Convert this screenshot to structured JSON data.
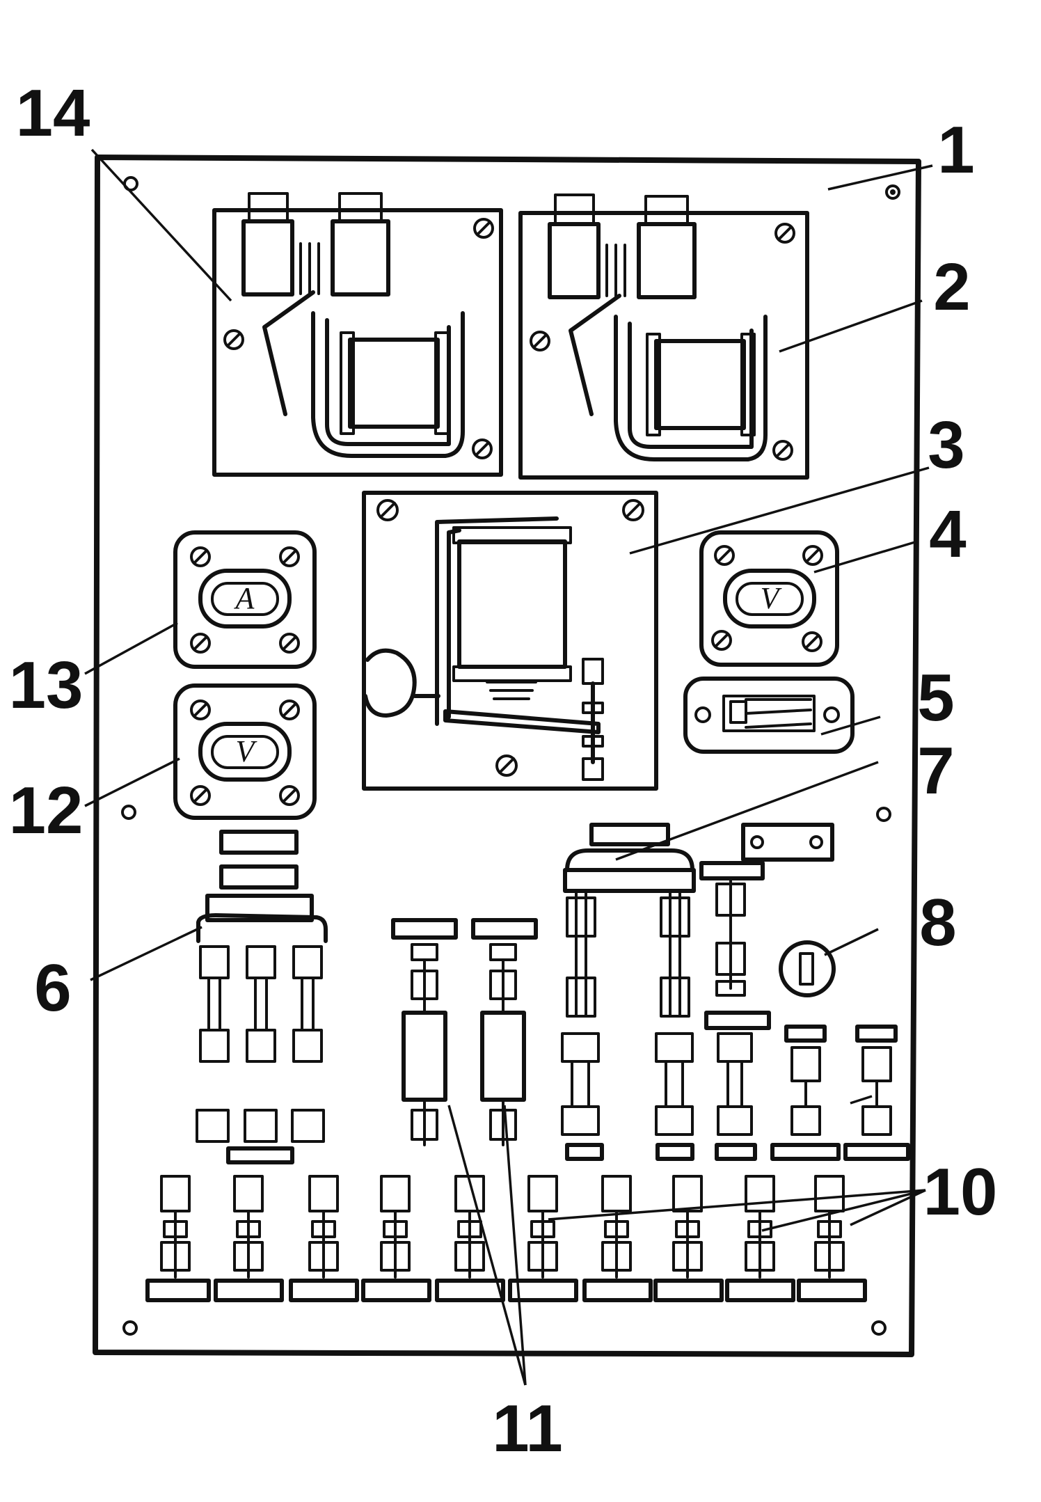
{
  "callouts": [
    "1",
    "2",
    "3",
    "4",
    "5",
    "6",
    "7",
    "8",
    "10",
    "11",
    "12",
    "13",
    "14"
  ],
  "meters": {
    "ammeter": "A",
    "voltmeter_left": "V",
    "voltmeter_right": "V"
  },
  "colors": {
    "ink": "#111111",
    "paper": "#ffffff"
  }
}
